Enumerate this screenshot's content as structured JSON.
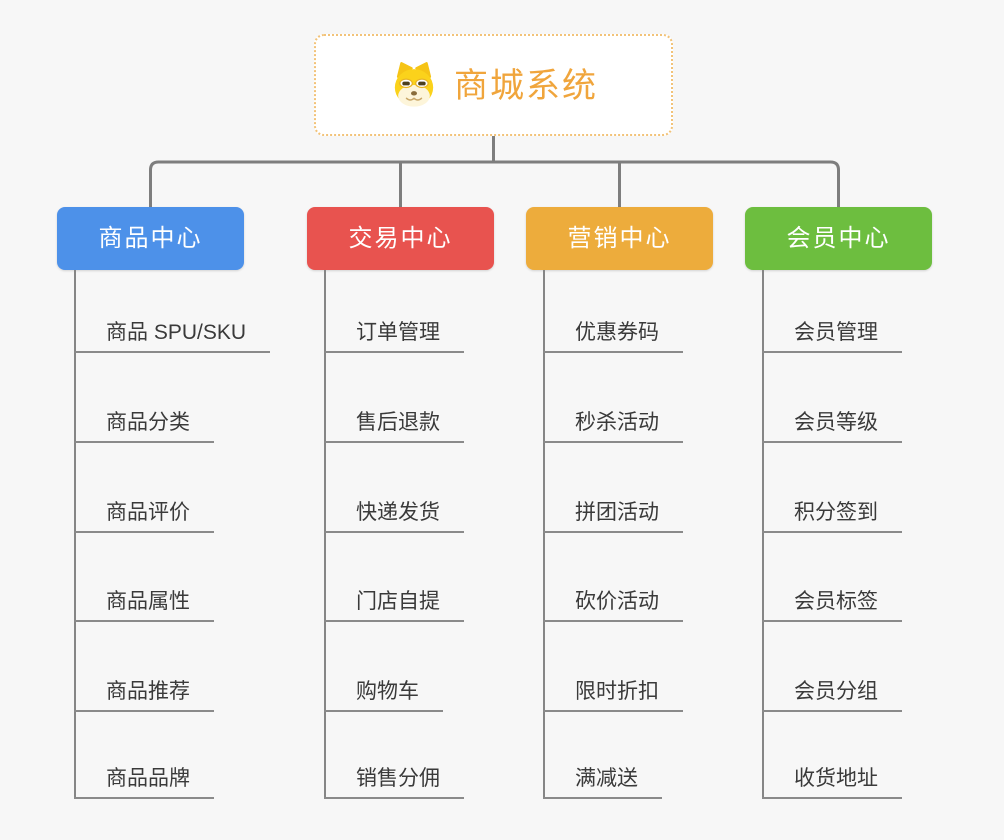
{
  "root": {
    "title": "商城系统",
    "icon": "doge-icon"
  },
  "branches": [
    {
      "label": "商品中心",
      "color": "#4d91e9",
      "children": [
        "商品 SPU/SKU",
        "商品分类",
        "商品评价",
        "商品属性",
        "商品推荐",
        "商品品牌"
      ]
    },
    {
      "label": "交易中心",
      "color": "#e8534f",
      "children": [
        "订单管理",
        "售后退款",
        "快递发货",
        "门店自提",
        "购物车",
        "销售分佣"
      ]
    },
    {
      "label": "营销中心",
      "color": "#edac3c",
      "children": [
        "优惠券码",
        "秒杀活动",
        "拼团活动",
        "砍价活动",
        "限时折扣",
        "满减送"
      ]
    },
    {
      "label": "会员中心",
      "color": "#6dbe3f",
      "children": [
        "会员管理",
        "会员等级",
        "积分签到",
        "会员标签",
        "会员分组",
        "收货地址"
      ]
    }
  ],
  "colors": {
    "background": "#f7f7f7",
    "connector": "#7e7e7e",
    "column_line": "#868686",
    "leaf_underline": "#8a8a8a",
    "leaf_text": "#3a3a3a",
    "root_text": "#f0a53c",
    "root_border": "#f2c379"
  }
}
